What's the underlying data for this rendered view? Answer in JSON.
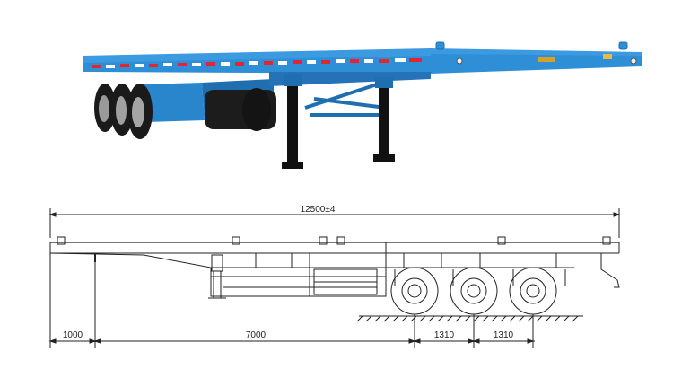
{
  "photo": {
    "name": "flatbed-trailer-photo",
    "colors": {
      "body": "#2f8fd6",
      "body_dark": "#1f6fb0",
      "tire": "#1a1a1a",
      "stripe_red": "#e2262e",
      "stripe_white": "#ffffff",
      "leg": "#111111"
    }
  },
  "drawing": {
    "name": "side-view-technical-drawing",
    "line_color": "#222222",
    "dimensions": {
      "overall_length": "12500±4",
      "front_overhang": "1000",
      "kingpin_to_axle": "7000",
      "axle_spacing_1": "1310",
      "axle_spacing_2": "1310"
    }
  }
}
